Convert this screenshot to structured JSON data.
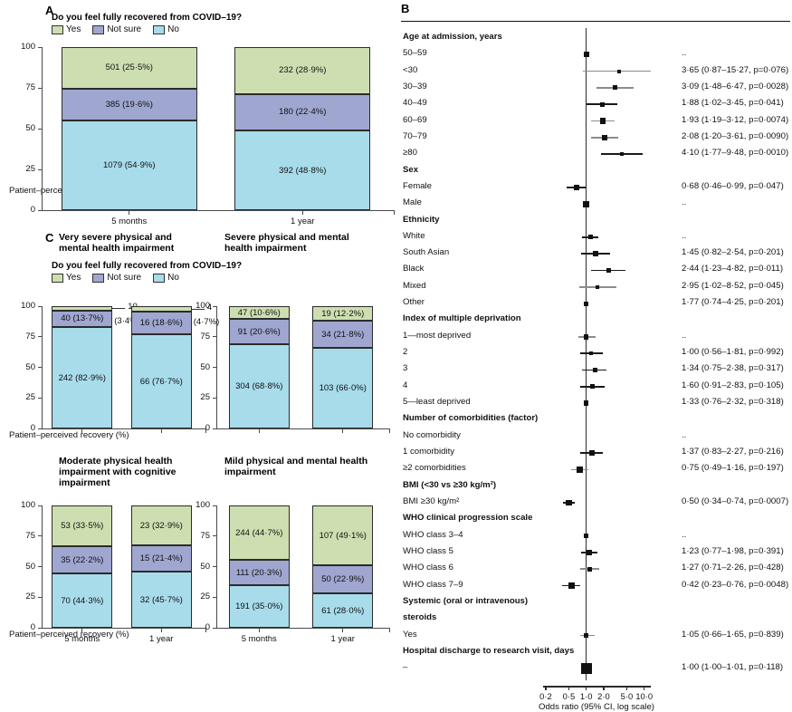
{
  "figure": {
    "panelA_letter": "A",
    "panelC_letter": "C",
    "panelB_letter": "B"
  },
  "legend": {
    "question": "Do you feel fully recovered from COVID–19?",
    "items": [
      {
        "label": "Yes",
        "color": "#cddfb0"
      },
      {
        "label": "Not sure",
        "color": "#9fa6d0"
      },
      {
        "label": "No",
        "color": "#a8dcea"
      }
    ]
  },
  "axis": {
    "ylabel": "Patient–perceived recovery (%)",
    "yticks": [
      "100",
      "75",
      "50",
      "25",
      "0"
    ],
    "ytick_values": [
      100,
      75,
      50,
      25,
      0
    ],
    "categories": [
      "5 months",
      "1 year"
    ]
  },
  "chart_data": [
    {
      "id": "panelA",
      "type": "bar",
      "stacked": true,
      "title": "",
      "xlabel": "",
      "ylabel": "Patient–perceived recovery (%)",
      "ylim": [
        0,
        100
      ],
      "categories": [
        "5 months",
        "1 year"
      ],
      "series": [
        {
          "name": "Yes",
          "color": "#cddfb0",
          "values": [
            25.5,
            28.9
          ],
          "labels": [
            "501 (25·5%)",
            "232 (28·9%)"
          ],
          "counts": [
            501,
            232
          ]
        },
        {
          "name": "Not sure",
          "color": "#9fa6d0",
          "values": [
            19.6,
            22.4
          ],
          "labels": [
            "385 (19·6%)",
            "180 (22·4%)"
          ],
          "counts": [
            385,
            180
          ]
        },
        {
          "name": "No",
          "color": "#a8dcea",
          "values": [
            54.9,
            48.8
          ],
          "labels": [
            "1079 (54·9%)",
            "392 (48·8%)"
          ],
          "counts": [
            1079,
            392
          ]
        }
      ]
    },
    {
      "id": "panelC1",
      "type": "bar",
      "stacked": true,
      "title": "Very severe physical and mental health impairment",
      "ylim": [
        0,
        100
      ],
      "categories": [
        "5 months",
        "1 year"
      ],
      "series": [
        {
          "name": "Yes",
          "color": "#cddfb0",
          "values": [
            3.4,
            4.7
          ],
          "labels": [
            "10",
            "4"
          ],
          "sublabels": [
            "(3·4%)",
            "(4·7%)"
          ],
          "counts": [
            10,
            4
          ],
          "callout": true
        },
        {
          "name": "Not sure",
          "color": "#9fa6d0",
          "values": [
            13.7,
            18.6
          ],
          "labels": [
            "40 (13·7%)",
            "16 (18·6%)"
          ],
          "counts": [
            40,
            16
          ]
        },
        {
          "name": "No",
          "color": "#a8dcea",
          "values": [
            82.9,
            76.7
          ],
          "labels": [
            "242 (82·9%)",
            "66 (76·7%)"
          ],
          "counts": [
            242,
            66
          ]
        }
      ]
    },
    {
      "id": "panelC2",
      "type": "bar",
      "stacked": true,
      "title": "Severe physical and mental health impairment",
      "ylim": [
        0,
        100
      ],
      "categories": [
        "5 months",
        "1 year"
      ],
      "series": [
        {
          "name": "Yes",
          "color": "#cddfb0",
          "values": [
            10.6,
            12.2
          ],
          "labels": [
            "47 (10·6%)",
            "19 (12·2%)"
          ],
          "counts": [
            47,
            19
          ]
        },
        {
          "name": "Not sure",
          "color": "#9fa6d0",
          "values": [
            20.6,
            21.8
          ],
          "labels": [
            "91 (20·6%)",
            "34 (21·8%)"
          ],
          "counts": [
            91,
            34
          ]
        },
        {
          "name": "No",
          "color": "#a8dcea",
          "values": [
            68.8,
            66.0
          ],
          "labels": [
            "304 (68·8%)",
            "103 (66·0%)"
          ],
          "counts": [
            304,
            103
          ]
        }
      ]
    },
    {
      "id": "panelC3",
      "type": "bar",
      "stacked": true,
      "title": "Moderate physical health impairment with cognitive impairment",
      "ylim": [
        0,
        100
      ],
      "categories": [
        "5 months",
        "1 year"
      ],
      "series": [
        {
          "name": "Yes",
          "color": "#cddfb0",
          "values": [
            33.5,
            32.9
          ],
          "labels": [
            "53 (33·5%)",
            "23 (32·9%)"
          ],
          "counts": [
            53,
            23
          ]
        },
        {
          "name": "Not sure",
          "color": "#9fa6d0",
          "values": [
            22.2,
            21.4
          ],
          "labels": [
            "35 (22·2%)",
            "15 (21·4%)"
          ],
          "counts": [
            35,
            15
          ]
        },
        {
          "name": "No",
          "color": "#a8dcea",
          "values": [
            44.3,
            45.7
          ],
          "labels": [
            "70 (44·3%)",
            "32 (45·7%)"
          ],
          "counts": [
            70,
            32
          ]
        }
      ]
    },
    {
      "id": "panelC4",
      "type": "bar",
      "stacked": true,
      "title": "Mild physical  and mental health impairment",
      "ylim": [
        0,
        100
      ],
      "categories": [
        "5 months",
        "1 year"
      ],
      "series": [
        {
          "name": "Yes",
          "color": "#cddfb0",
          "values": [
            44.7,
            49.1
          ],
          "labels": [
            "244 (44·7%)",
            "107 (49·1%)"
          ],
          "counts": [
            244,
            107
          ]
        },
        {
          "name": "Not sure",
          "color": "#9fa6d0",
          "values": [
            20.3,
            22.9
          ],
          "labels": [
            "111 (20·3%)",
            "50 (22·9%)"
          ],
          "counts": [
            111,
            50
          ]
        },
        {
          "name": "No",
          "color": "#a8dcea",
          "values": [
            35.0,
            28.0
          ],
          "labels": [
            "191 (35·0%)",
            "61 (28·0%)"
          ],
          "counts": [
            191,
            61
          ]
        }
      ]
    },
    {
      "id": "panelB",
      "type": "forest",
      "xlabel": "Odds ratio (95% CI, log scale)",
      "xticks": [
        "0·2",
        "0·5",
        "1·0",
        "2·0",
        "5·0",
        "10·0"
      ],
      "xtick_values": [
        0.2,
        0.5,
        1.0,
        2.0,
        5.0,
        10.0
      ],
      "xlim": [
        0.18,
        13.0
      ],
      "log_scale": true,
      "reference_line": 1.0,
      "rows": [
        {
          "label": "Age at admission, years",
          "header": true
        },
        {
          "label": "50–59",
          "value": "..",
          "or": 1.0,
          "reference": true,
          "marker": 6.0
        },
        {
          "label": "<30",
          "value": "3·65 (0·87–15·27, p=0·076)",
          "or": 3.65,
          "lo": 0.87,
          "hi": 15.27,
          "marker": 4.0,
          "ci_color": "grey"
        },
        {
          "label": "30–39",
          "value": "3·09 (1·48–6·47, p=0·0028)",
          "or": 3.09,
          "lo": 1.48,
          "hi": 6.47,
          "marker": 5.0,
          "ci_color": "grey"
        },
        {
          "label": "40–49",
          "value": "1·88 (1·02–3·45, p=0·041)",
          "or": 1.88,
          "lo": 1.02,
          "hi": 3.45,
          "marker": 5.0,
          "ci_color": "dark"
        },
        {
          "label": "60–69",
          "value": "1·93 (1·19–3·12, p=0·0074)",
          "or": 1.93,
          "lo": 1.19,
          "hi": 3.12,
          "marker": 6.5,
          "ci_color": "grey"
        },
        {
          "label": "70–79",
          "value": "2·08 (1·20–3·61, p=0·0090)",
          "or": 2.08,
          "lo": 1.2,
          "hi": 3.61,
          "marker": 5.5,
          "ci_color": "grey"
        },
        {
          "label": "≥80",
          "value": "4·10 (1·77–9·48, p=0·0010)",
          "or": 4.1,
          "lo": 1.77,
          "hi": 9.48,
          "marker": 4.5,
          "ci_color": "dark"
        },
        {
          "label": "Sex",
          "header": true
        },
        {
          "label": "Female",
          "value": "0·68 (0·46–0·99, p=0·047)",
          "or": 0.68,
          "lo": 0.46,
          "hi": 0.99,
          "marker": 6.0,
          "ci_color": "dark"
        },
        {
          "label": "Male",
          "value": "..",
          "or": 1.0,
          "reference": true,
          "marker": 7.0
        },
        {
          "label": "Ethnicity",
          "header": true
        },
        {
          "label": "White",
          "value": "..",
          "or": 1.18,
          "lo": 0.86,
          "hi": 1.62,
          "marker": 5.0,
          "ci_color": "dark"
        },
        {
          "label": "South Asian",
          "value": "1·45 (0·82–2·54, p=0·201)",
          "or": 1.45,
          "lo": 0.82,
          "hi": 2.54,
          "marker": 5.5,
          "ci_color": "dark"
        },
        {
          "label": "Black",
          "value": "2·44 (1·23–4·82, p=0·011)",
          "or": 2.44,
          "lo": 1.23,
          "hi": 4.82,
          "marker": 5.0,
          "ci_color": "dark"
        },
        {
          "label": "Mixed",
          "value": "2·95 (1·02–8·52, p=0·045)",
          "or": 1.55,
          "lo": 0.75,
          "hi": 3.3,
          "marker": 4.5,
          "ci_color": "grey"
        },
        {
          "label": "Other",
          "value": "1·77 (0·74–4·25, p=0·201)",
          "or": 1.0,
          "marker": 5.0,
          "ci_color": "dark"
        },
        {
          "label": "Index of multiple deprivation",
          "header": true
        },
        {
          "label": "1—most deprived",
          "value": "..",
          "or": 1.0,
          "lo": 0.72,
          "hi": 1.45,
          "reference": true,
          "marker": 5.5,
          "ci_color": "grey"
        },
        {
          "label": "2",
          "value": "1·00 (0·56–1·81, p=0·992)",
          "or": 1.22,
          "lo": 0.78,
          "hi": 1.95,
          "marker": 4.5,
          "ci_color": "dark"
        },
        {
          "label": "3",
          "value": "1·34 (0·75–2·38, p=0·317)",
          "or": 1.4,
          "lo": 0.85,
          "hi": 2.25,
          "marker": 5.0,
          "ci_color": "dark"
        },
        {
          "label": "4",
          "value": "1·60 (0·91–2·83, p=0·105)",
          "or": 1.28,
          "lo": 0.78,
          "hi": 2.05,
          "marker": 5.5,
          "ci_color": "dark"
        },
        {
          "label": "5—least deprived",
          "value": "1·33 (0·76–2·32, p=0·318)",
          "or": 1.0,
          "marker": 5.5,
          "ci_color": "dark"
        },
        {
          "label": "Number of comorbidities (factor)",
          "header": true
        },
        {
          "label": "No comorbidity",
          "value": "..",
          "or": null,
          "reference": true
        },
        {
          "label": "1 comorbidity",
          "value": "1·37 (0·83–2·27, p=0·216)",
          "or": 1.25,
          "lo": 0.8,
          "hi": 1.95,
          "marker": 5.5,
          "ci_color": "dark"
        },
        {
          "label": "≥2 comorbidities",
          "value": "0·75 (0·49–1·16, p=0·197)",
          "or": 0.78,
          "lo": 0.55,
          "hi": 1.1,
          "marker": 7.0,
          "ci_color": "grey"
        },
        {
          "label": "BMI (<30 vs ≥30 kg/m²)",
          "header": true
        },
        {
          "label": "BMI ≥30 kg/m²",
          "value": "0·50 (0·34–0·74, p=0·0007)",
          "or": 0.5,
          "lo": 0.4,
          "hi": 0.64,
          "marker": 6.5,
          "ci_color": "dark"
        },
        {
          "label": "WHO clinical progression scale",
          "header": true
        },
        {
          "label": "WHO class 3–4",
          "value": "..",
          "or": 1.0,
          "reference": true,
          "marker": 5.0
        },
        {
          "label": "WHO class 5",
          "value": "1·23 (0·77–1·98, p=0·391)",
          "or": 1.14,
          "lo": 0.83,
          "hi": 1.55,
          "marker": 6.0,
          "ci_color": "dark"
        },
        {
          "label": "WHO class 6",
          "value": "1·27 (0·71–2·26, p=0·428)",
          "or": 1.14,
          "lo": 0.78,
          "hi": 1.7,
          "marker": 5.0,
          "ci_color": "grey"
        },
        {
          "label": "WHO class 7–9",
          "value": "0·42 (0·23–0·76, p=0·0048)",
          "or": 0.56,
          "lo": 0.38,
          "hi": 0.8,
          "marker": 6.5,
          "ci_color": "dark"
        },
        {
          "label": "Systemic (oral or intravenous)",
          "header": true
        },
        {
          "label": "steroids",
          "header": true
        },
        {
          "label": "Yes",
          "value": "1·05 (0·66–1·65, p=0·839)",
          "or": 1.0,
          "lo": 0.78,
          "hi": 1.38,
          "marker": 5.5,
          "ci_color": "grey"
        },
        {
          "label": "Hospital discharge to research visit, days",
          "header": true
        },
        {
          "label": "–",
          "value": "1·00 (1·00–1·01, p=0·118)",
          "or": 1.0,
          "marker": 12.0
        }
      ]
    }
  ]
}
